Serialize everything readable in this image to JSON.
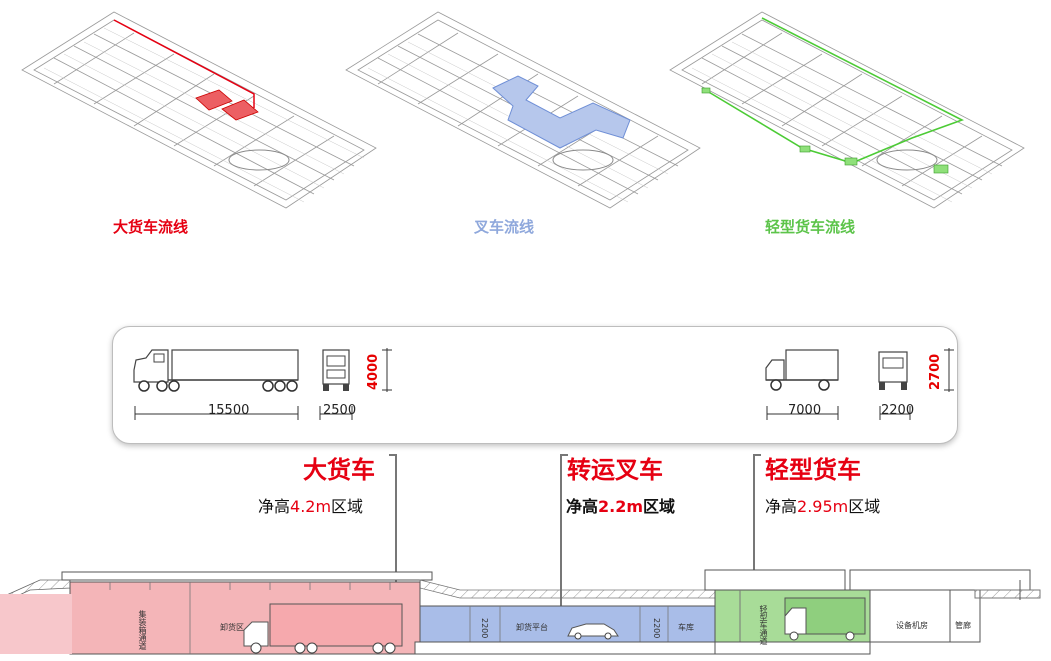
{
  "plans": [
    {
      "label": "大货车流线",
      "color": "#e60012"
    },
    {
      "label": "叉车流线",
      "color": "#8fa8dc"
    },
    {
      "label": "轻型货车流线",
      "color": "#5cc44a"
    }
  ],
  "vehicle_panel": {
    "truck_length": "15500",
    "truck_width": "2500",
    "truck_height": "4000",
    "light_length": "7000",
    "light_width": "2200",
    "light_height": "2700"
  },
  "categories": [
    {
      "title": "大货车",
      "prefix": "净高",
      "value": "4.2m",
      "suffix": "区域"
    },
    {
      "title": "转运叉车",
      "prefix": "净高",
      "value": "2.2m",
      "suffix": "区域"
    },
    {
      "title": "轻型货车",
      "prefix": "净高",
      "value": "2.95m",
      "suffix": "区域"
    }
  ],
  "section": {
    "zone_heavy_label": "卸货区",
    "zone_heavy_vert": "集装箱通道",
    "dim_2200_a": "2200",
    "zone_fork_label": "卸货平台",
    "dim_2200_b": "2200",
    "zone_fork_right": "车库",
    "zone_light_vert": "轻型车通道",
    "room_a": "设备机房",
    "room_b": "管廊"
  },
  "colors": {
    "red_zone": "#f4b5b8",
    "blue_zone": "#a9bde8",
    "green_zone": "#a8dc98",
    "accent_red": "#e60012"
  }
}
